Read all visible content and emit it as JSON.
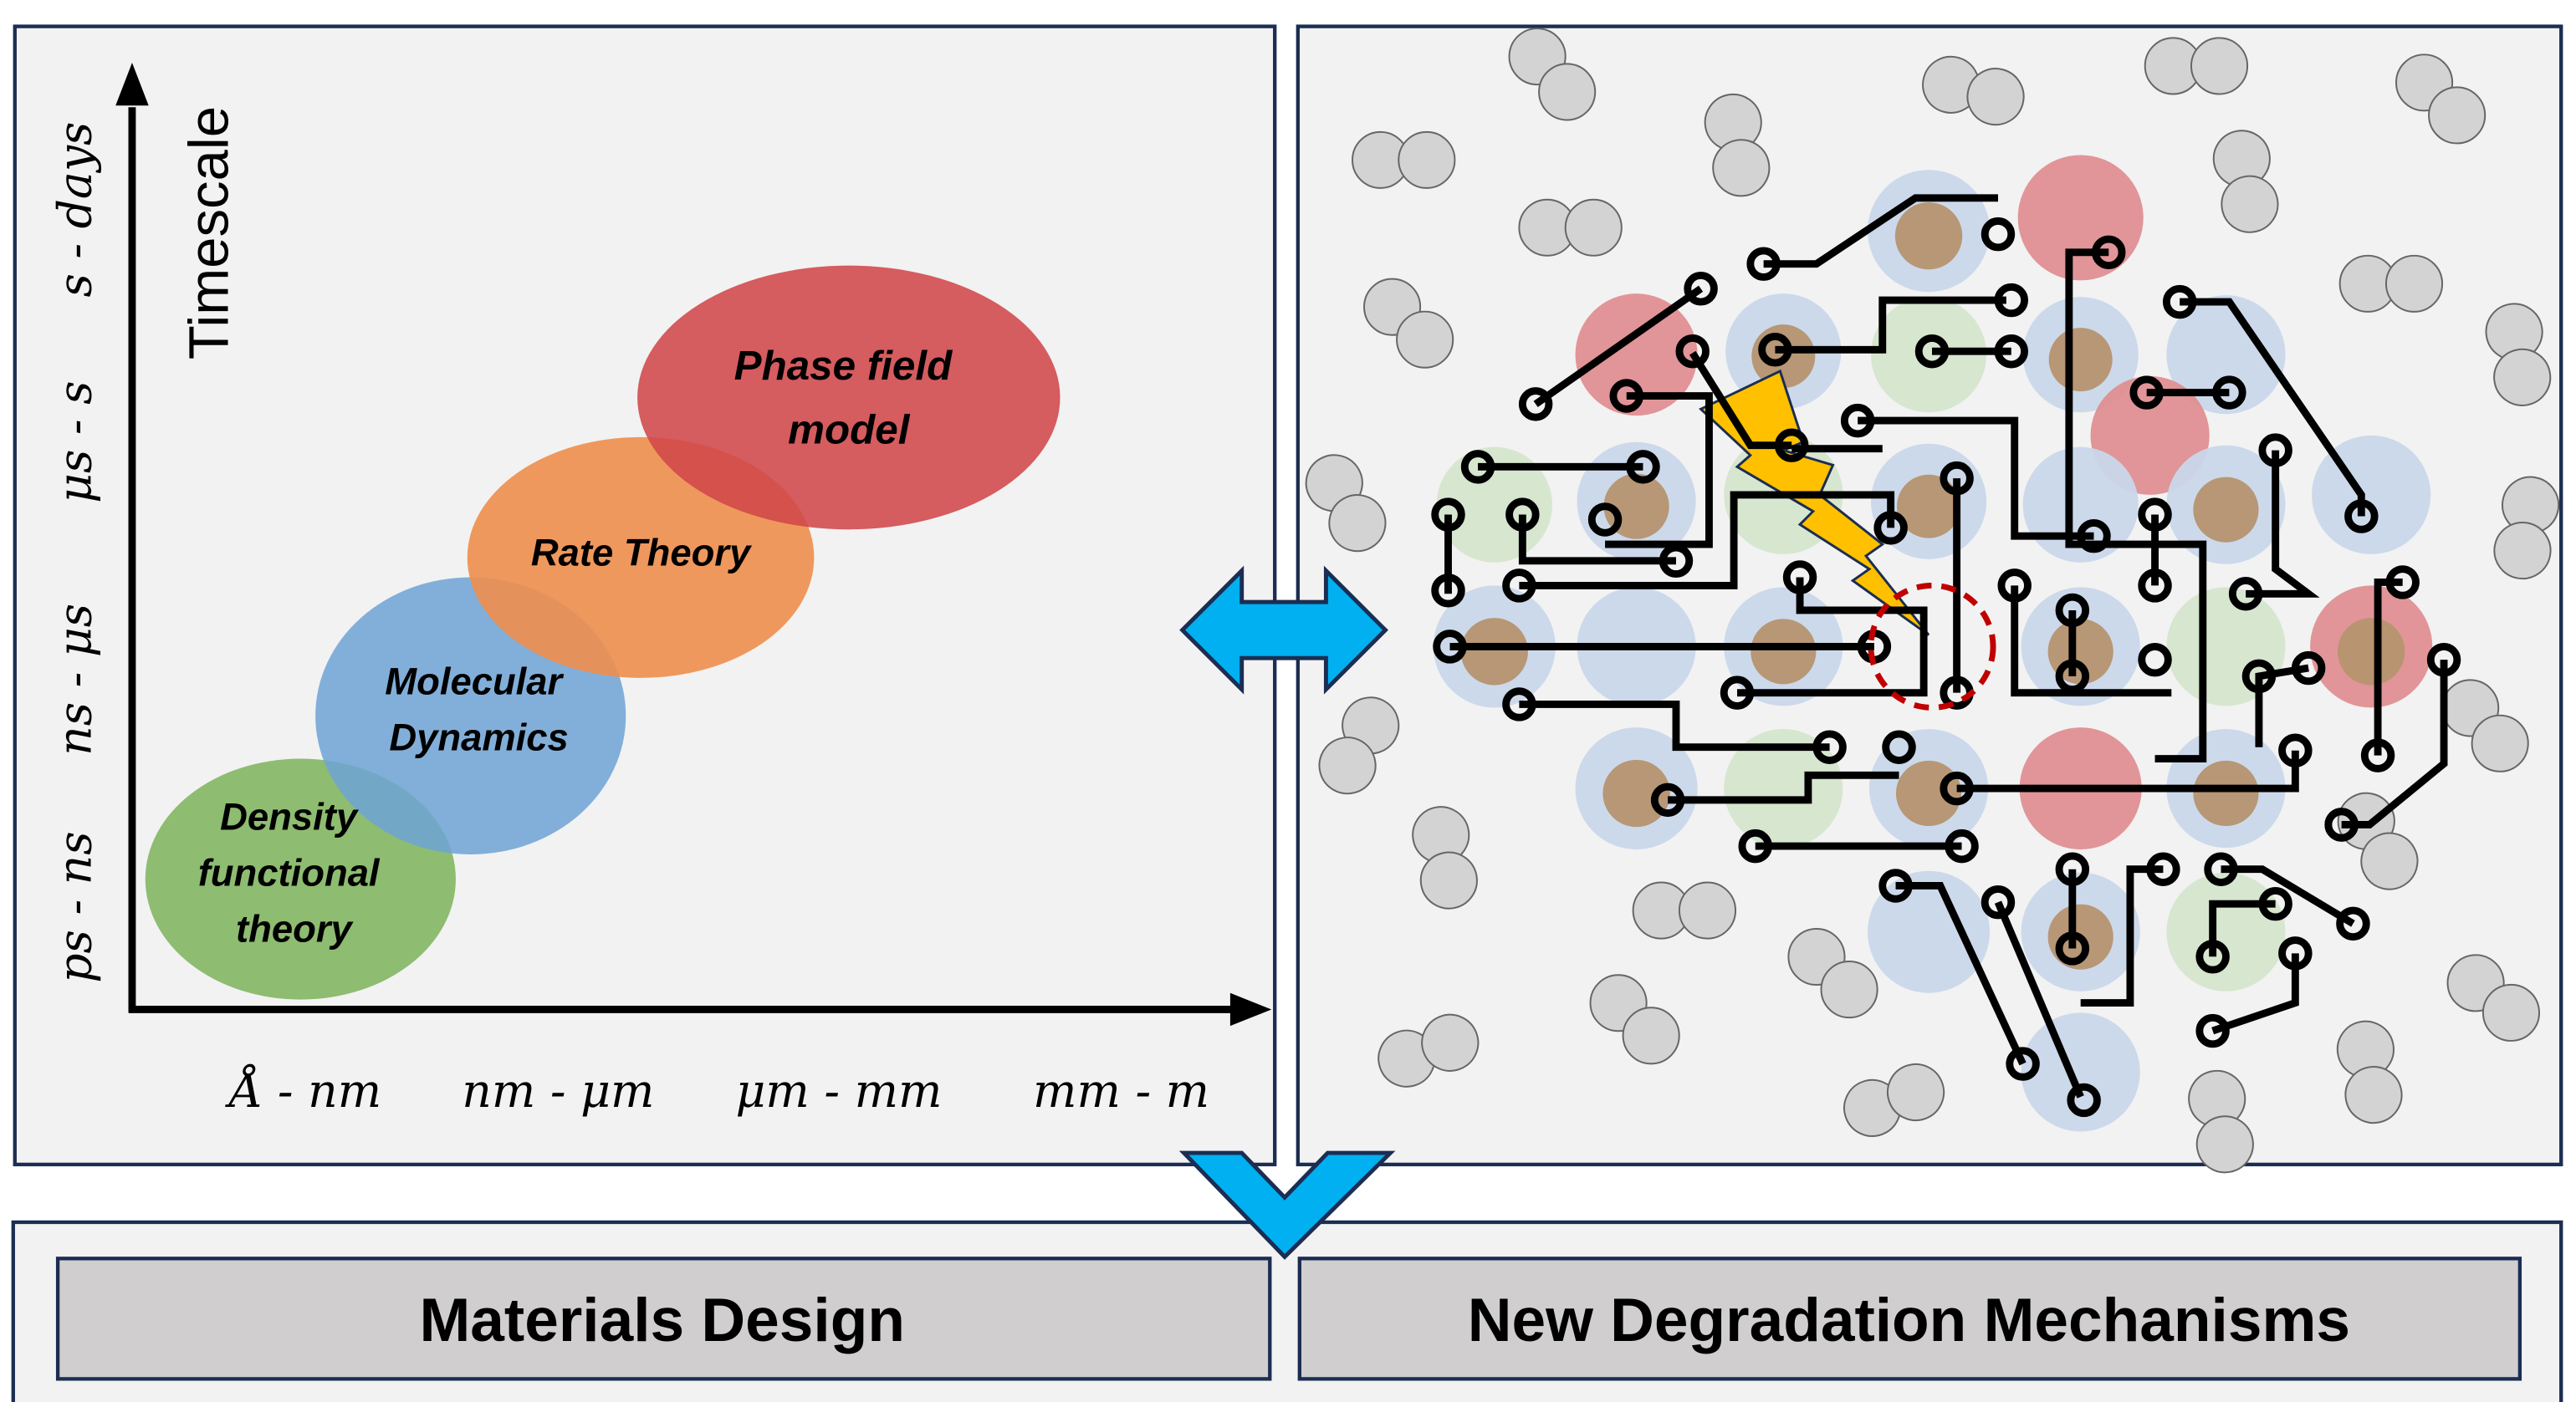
{
  "left_panel": {
    "y_axis_title": "Timescale",
    "y_ticks": [
      "ps - ns",
      "ns - μs",
      "μs - s",
      "s - days"
    ],
    "x_ticks": [
      "Å - nm",
      "nm - μm",
      "μm - mm",
      "mm - m"
    ],
    "methods": [
      {
        "name": "density-functional-theory",
        "lines": [
          "Density",
          "functional",
          "theory"
        ],
        "color": "#7db35a"
      },
      {
        "name": "molecular-dynamics",
        "lines": [
          "Molecular",
          "Dynamics"
        ],
        "color": "#6ea3d5"
      },
      {
        "name": "rate-theory",
        "lines": [
          "Rate Theory"
        ],
        "color": "#ee8e4c"
      },
      {
        "name": "phase-field-model",
        "lines": [
          "Phase field",
          "model"
        ],
        "color": "#d0474a"
      }
    ]
  },
  "right_panel": {
    "description": "circuit-brain with molecules",
    "colors": {
      "blue_halo": "#c9d7ea",
      "green_halo": "#d5e5cc",
      "red_halo": "#df8f92",
      "core": "#b5946f",
      "lightning": "#ffc000",
      "highlight_ring": "#c00000",
      "molecule": "#d3d3d3"
    }
  },
  "arrows": {
    "color": "#00b0f0",
    "outline": "#1b2d52"
  },
  "bottom": {
    "left_label": "Materials Design",
    "right_label": "New Degradation Mechanisms"
  }
}
